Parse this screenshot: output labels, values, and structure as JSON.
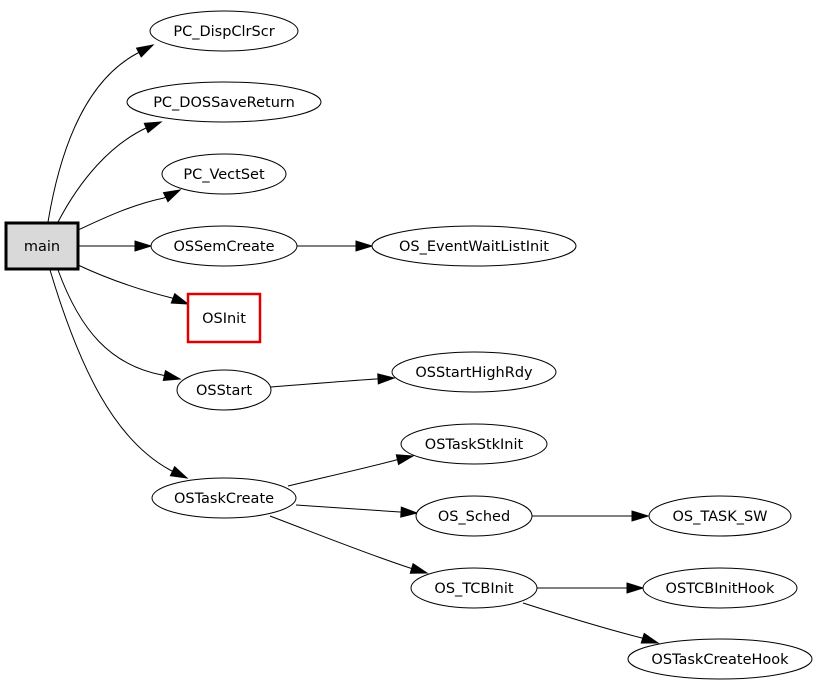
{
  "graph": {
    "nodes": {
      "main": {
        "label": "main",
        "shape": "box",
        "style": "root"
      },
      "pc_dispclrscr": {
        "label": "PC_DispClrScr",
        "shape": "ellipse"
      },
      "pc_dossavereturn": {
        "label": "PC_DOSSaveReturn",
        "shape": "ellipse"
      },
      "pc_vectset": {
        "label": "PC_VectSet",
        "shape": "ellipse"
      },
      "ossemcreate": {
        "label": "OSSemCreate",
        "shape": "ellipse"
      },
      "os_eventwaitlistinit": {
        "label": "OS_EventWaitListInit",
        "shape": "ellipse"
      },
      "osinit": {
        "label": "OSInit",
        "shape": "box",
        "style": "highlight"
      },
      "osstart": {
        "label": "OSStart",
        "shape": "ellipse"
      },
      "osstarthighrdy": {
        "label": "OSStartHighRdy",
        "shape": "ellipse"
      },
      "ostaskstkinit": {
        "label": "OSTaskStkInit",
        "shape": "ellipse"
      },
      "ostaskcreate": {
        "label": "OSTaskCreate",
        "shape": "ellipse"
      },
      "os_sched": {
        "label": "OS_Sched",
        "shape": "ellipse"
      },
      "os_task_sw": {
        "label": "OS_TASK_SW",
        "shape": "ellipse"
      },
      "os_tcbinit": {
        "label": "OS_TCBInit",
        "shape": "ellipse"
      },
      "ostcbinithook": {
        "label": "OSTCBInitHook",
        "shape": "ellipse"
      },
      "ostaskcreatehook": {
        "label": "OSTaskCreateHook",
        "shape": "ellipse"
      }
    },
    "edges": [
      {
        "from": "main",
        "to": "pc_dispclrscr"
      },
      {
        "from": "main",
        "to": "pc_dossavereturn"
      },
      {
        "from": "main",
        "to": "pc_vectset"
      },
      {
        "from": "main",
        "to": "ossemcreate"
      },
      {
        "from": "ossemcreate",
        "to": "os_eventwaitlistinit"
      },
      {
        "from": "main",
        "to": "osinit"
      },
      {
        "from": "main",
        "to": "osstart"
      },
      {
        "from": "osstart",
        "to": "osstarthighrdy"
      },
      {
        "from": "main",
        "to": "ostaskcreate"
      },
      {
        "from": "ostaskcreate",
        "to": "ostaskstkinit"
      },
      {
        "from": "ostaskcreate",
        "to": "os_sched"
      },
      {
        "from": "os_sched",
        "to": "os_task_sw"
      },
      {
        "from": "ostaskcreate",
        "to": "os_tcbinit"
      },
      {
        "from": "os_tcbinit",
        "to": "ostcbinithook"
      },
      {
        "from": "os_tcbinit",
        "to": "ostaskcreatehook"
      }
    ]
  },
  "colors": {
    "root_fill": "#d9d9d9",
    "root_stroke": "#000000",
    "highlight_stroke": "#e00000",
    "node_stroke": "#000000",
    "edge": "#000000",
    "background": "#ffffff"
  }
}
